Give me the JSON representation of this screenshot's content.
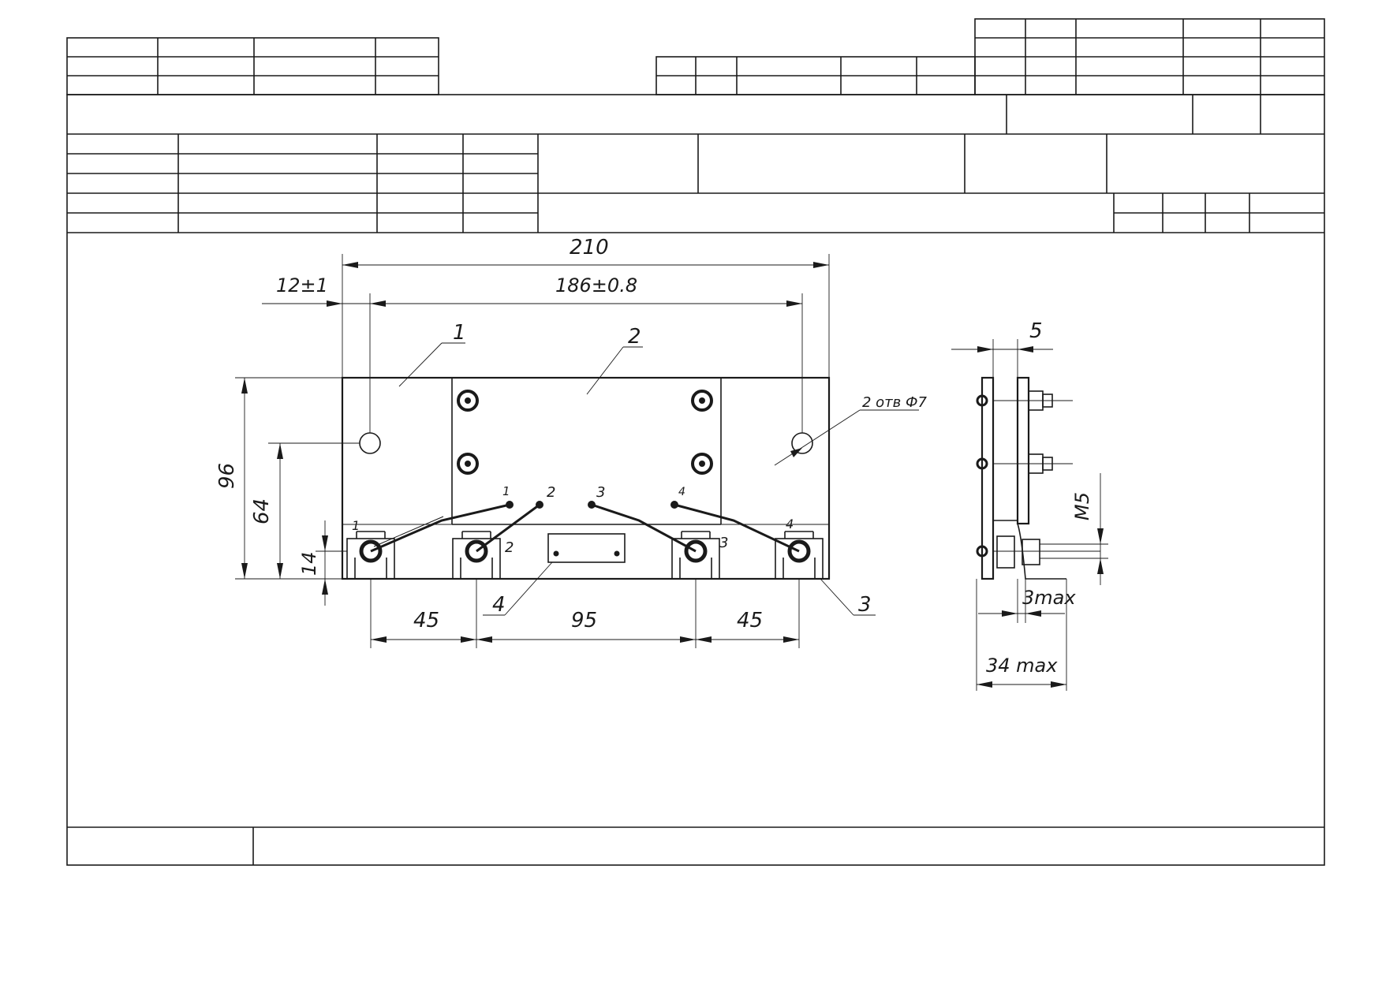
{
  "drawing": {
    "dimensions": {
      "overall_width": "210",
      "hole_spacing": "186±0.8",
      "edge_offset": "12±1",
      "height": "96",
      "hole_height": "64",
      "terminal_height": "14",
      "span_left": "45",
      "span_middle": "95",
      "span_right": "45",
      "side_plate": "5",
      "thread": "M5",
      "gap_max": "3max",
      "depth_max": "34 max"
    },
    "callouts": {
      "part1": "1",
      "part2": "2",
      "part3": "3",
      "part4": "4",
      "holes_note": "2 отв Ф7"
    },
    "terminals": [
      "1",
      "2",
      "3",
      "4"
    ],
    "lead_numbers": [
      "1",
      "2",
      "3",
      "4"
    ]
  }
}
